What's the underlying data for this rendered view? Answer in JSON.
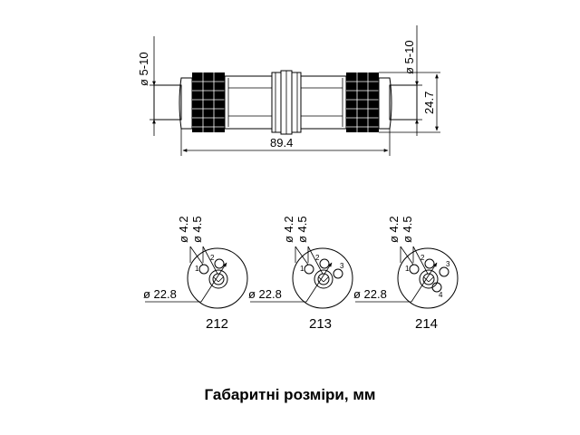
{
  "side_view": {
    "cable_diameter_left": "ø 5-10",
    "cable_diameter_right": "ø 5-10",
    "height": "24.7",
    "length": "89.4"
  },
  "pin_layouts": [
    {
      "model": "212",
      "pin_diameter": "ø 4.2",
      "hole_diameter": "ø 4.5",
      "outer_diameter": "ø 22.8",
      "pins": [
        "1",
        "2"
      ]
    },
    {
      "model": "213",
      "pin_diameter": "ø 4.2",
      "hole_diameter": "ø 4.5",
      "outer_diameter": "ø 22.8",
      "pins": [
        "1",
        "2",
        "3"
      ]
    },
    {
      "model": "214",
      "pin_diameter": "ø 4.2",
      "hole_diameter": "ø 4.5",
      "outer_diameter": "ø 22.8",
      "pins": [
        "1",
        "2",
        "3",
        "4"
      ]
    }
  ],
  "caption": "Габаритні розміри, мм"
}
